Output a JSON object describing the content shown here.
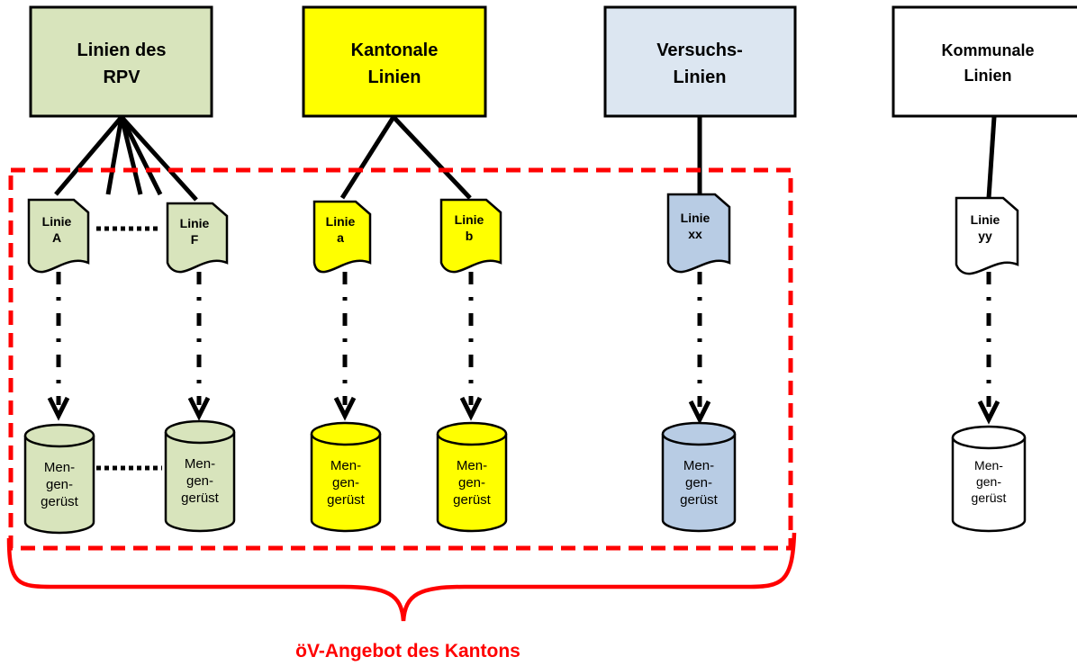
{
  "colors": {
    "green": "#d8e4bc",
    "yellow": "#ffff00",
    "blue": "#dce6f1",
    "blue_drum": "#b8cce4",
    "white": "#ffffff",
    "red": "#ff0000",
    "stroke": "#000000"
  },
  "categories": {
    "rpv": {
      "line1": "Linien des",
      "line2": "RPV"
    },
    "kantonal": {
      "line1": "Kantonale",
      "line2": "Linien"
    },
    "versuch": {
      "line1": "Versuchs-",
      "line2": "Linien"
    },
    "kommunal": {
      "line1": "Kommunale",
      "line2": "Linien"
    }
  },
  "documents": {
    "linie_a": {
      "line1": "Linie",
      "line2": "A"
    },
    "linie_f": {
      "line1": "Linie",
      "line2": "F"
    },
    "linie_a_small": {
      "line1": "Linie",
      "line2": "a"
    },
    "linie_b": {
      "line1": "Linie",
      "line2": "b"
    },
    "linie_xx": {
      "line1": "Linie",
      "line2": "xx"
    },
    "linie_yy": {
      "line1": "Linie",
      "line2": "yy"
    }
  },
  "mengengeruest": {
    "line1": "Men-",
    "line2": "gen-",
    "line3": "gerüst"
  },
  "brace_label": "öV-Angebot des Kantons"
}
